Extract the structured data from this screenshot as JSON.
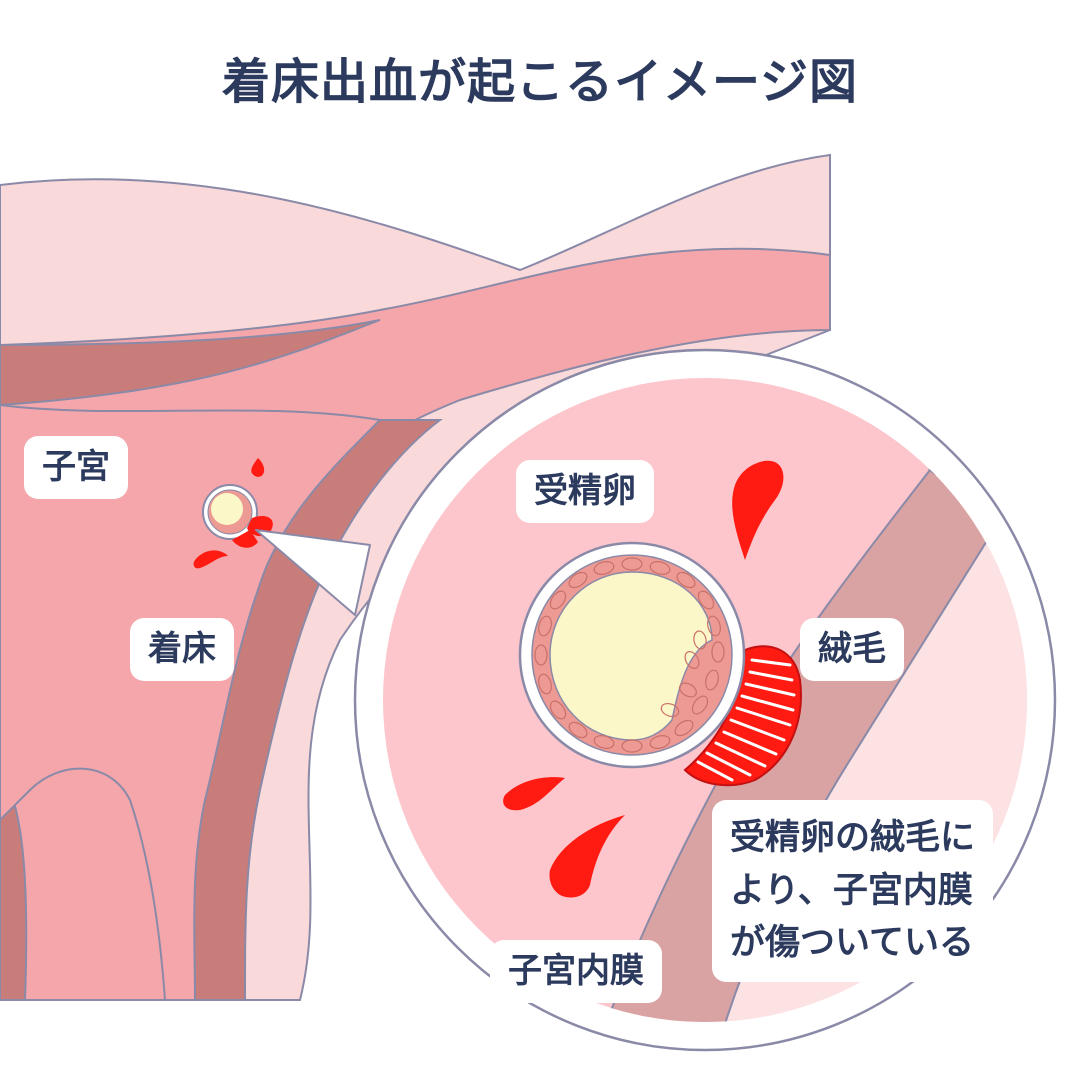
{
  "title": "着床出血が起こるイメージ図",
  "labels": {
    "uterus": "子宮",
    "implantation": "着床",
    "fertilized_egg": "受精卵",
    "villi": "絨毛",
    "endometrium": "子宮内膜",
    "note": "受精卵の絨毛に\nより、子宮内膜\nが傷ついている"
  },
  "colors": {
    "title": "#2c3a5e",
    "uterus_outer": "#f9d9d9",
    "uterus_wall": "#f5a6ab",
    "uterus_inner": "#c97d7a",
    "zoom_bg": "#fcc6cc",
    "endometrium": "#d9a3a3",
    "blood": "#ff1a12",
    "egg_yolk": "#fcf7c8",
    "egg_cells": "#ec9a93",
    "outline": "#8a8aa8"
  }
}
